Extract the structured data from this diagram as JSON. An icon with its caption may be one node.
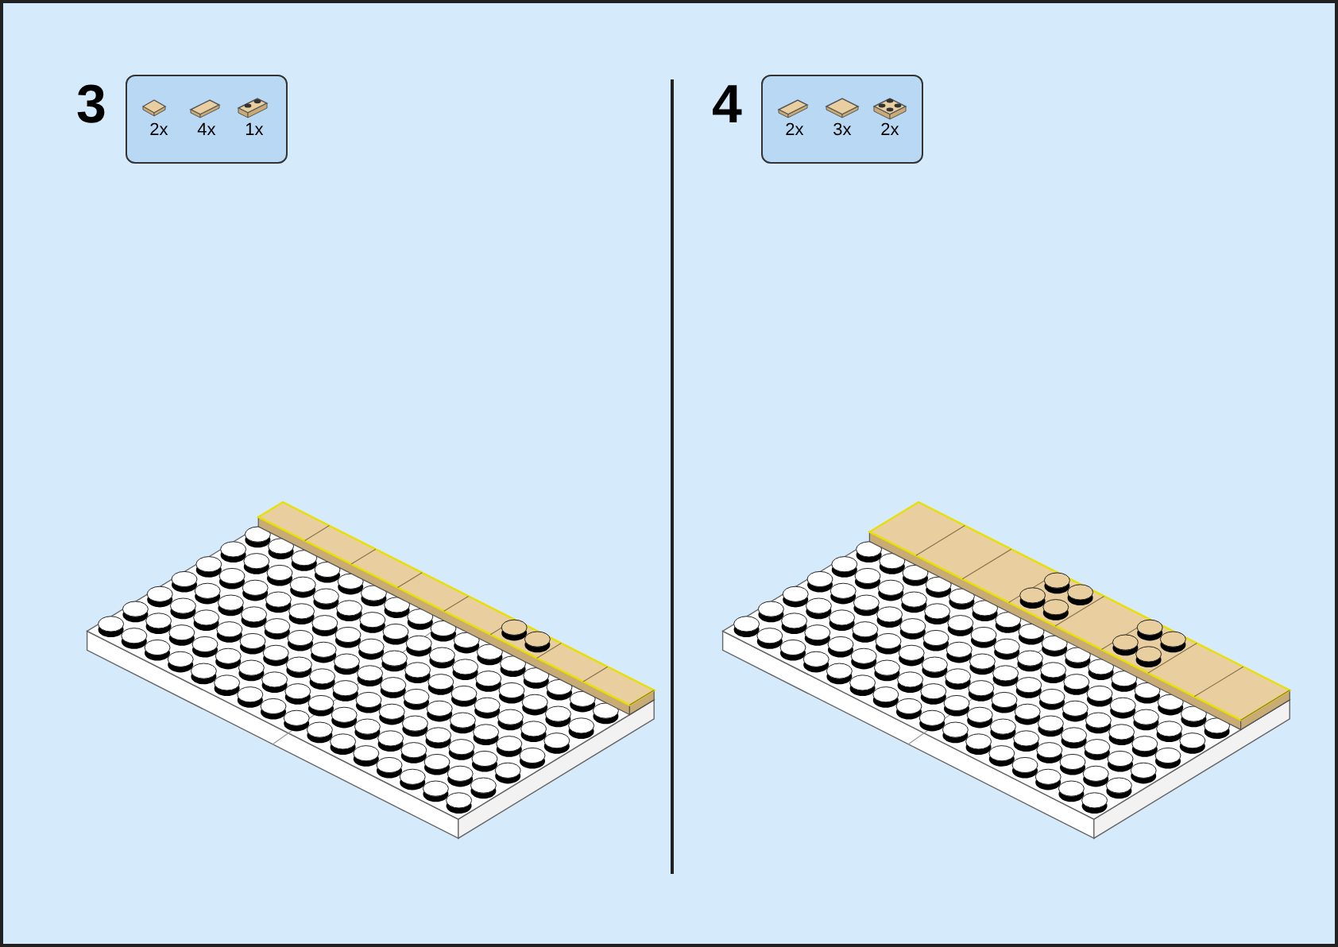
{
  "diagram": {
    "nodes": [
      {
        "text": [
          "3"
        ]
      },
      {
        "text": [
          "2x"
        ],
        "in": 0
      },
      {
        "text": [
          "4x"
        ],
        "in": 0
      },
      {
        "text": [
          "1x"
        ],
        "in": 0
      },
      {
        "text": [
          "4"
        ]
      },
      {
        "text": [
          "2x"
        ],
        "in": 4
      },
      {
        "text": [
          "3x"
        ],
        "in": 4
      },
      {
        "text": [
          "2x"
        ],
        "in": 4
      }
    ]
  }
}
